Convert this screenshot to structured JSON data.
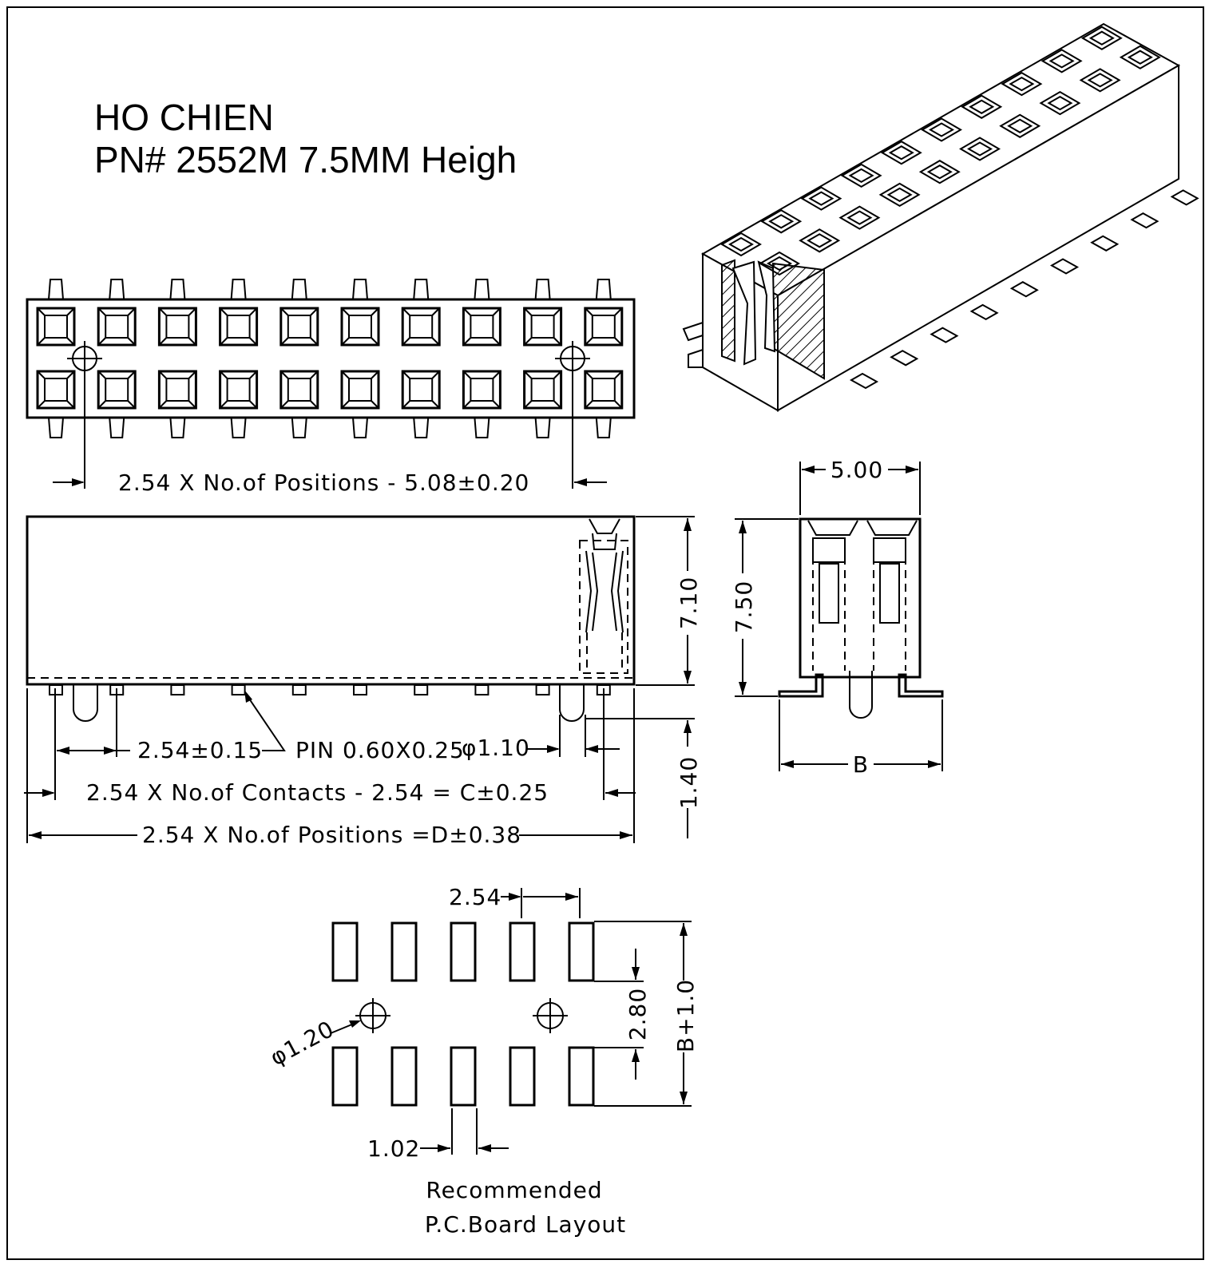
{
  "title": {
    "line1": "HO CHIEN",
    "line2": "PN# 2552M 7.5MM Heigh"
  },
  "top_view": {
    "pos_dim": "2.54  X  No.of  Positions  -  5.08±0.20"
  },
  "front_view": {
    "height_dim": "7.10",
    "pin_height_dim": "1.40",
    "pitch_dim": "2.54±0.15",
    "pin_note": "PIN  0.60X0.25",
    "peg_dim": "φ1.10",
    "contacts_dim": "2.54  X  No.of  Contacts  -  2.54  =  C±0.25",
    "length_dim": "2.54  X  No.of  Positions  =D±0.38"
  },
  "side_view": {
    "width_dim": "5.00",
    "height_dim": "7.50",
    "foot_dim": "B"
  },
  "pcb_layout": {
    "pitch_dim": "2.54",
    "gap_dim": "2.80",
    "span_dim": "B+1.0",
    "hole_dim": "φ1.20",
    "pad_width_dim": "1.02",
    "caption_line1": "Recommended",
    "caption_line2": "P.C.Board Layout"
  }
}
